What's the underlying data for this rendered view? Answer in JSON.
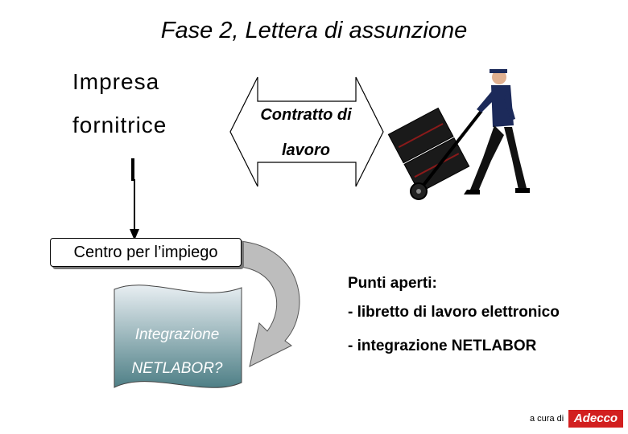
{
  "title": "Fase 2, Lettera di assunzione",
  "impresa": {
    "line1": "Impresa",
    "line2": "fornitrice"
  },
  "contratto": {
    "line1": "Contratto di",
    "line2": "lavoro"
  },
  "centro": {
    "label": "Centro per l’impiego"
  },
  "integrazione": {
    "line1": "Integrazione",
    "line2": "NETLABOR?"
  },
  "punti": {
    "title": "Punti aperti:",
    "items": [
      "- libretto di lavoro elettronico",
      "- integrazione NETLABOR"
    ]
  },
  "footer": {
    "credit": "a cura di",
    "logo": "Adecco"
  },
  "colors": {
    "scroll_top": "#e8eef2",
    "scroll_bottom": "#4e7f86",
    "curved_arrow": "#bdbdbd",
    "logo_red": "#d21f1f"
  },
  "icons": {
    "worker": "delivery-worker-icon"
  }
}
